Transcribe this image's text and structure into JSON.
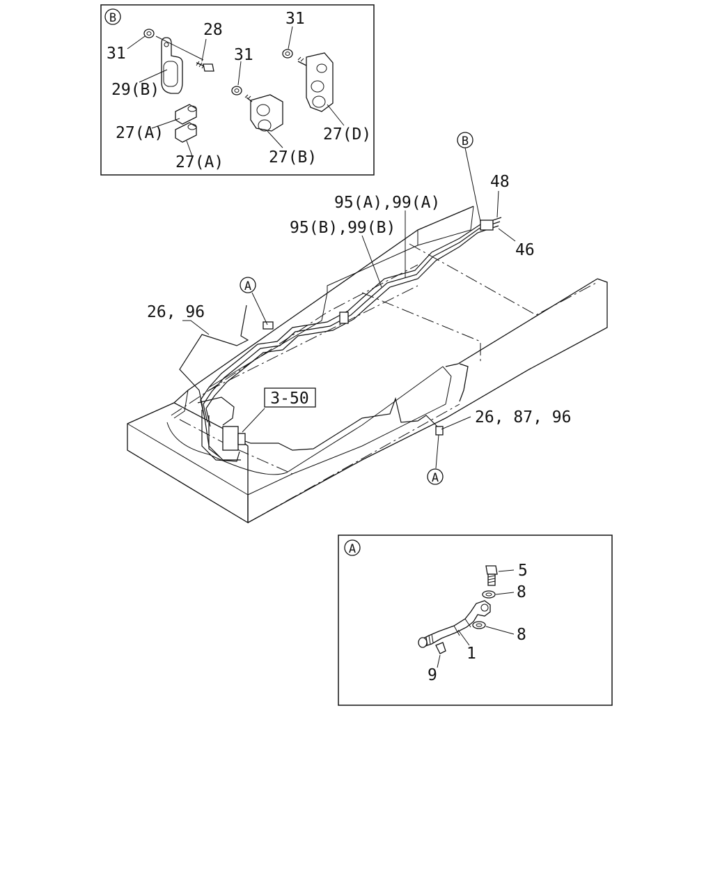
{
  "inset_b": {
    "marker": "B",
    "callouts": [
      "31",
      "28",
      "29(B)",
      "27(A)",
      "27(A)",
      "31",
      "27(B)",
      "31",
      "27(D)"
    ]
  },
  "main": {
    "marker_b": "B",
    "marker_a_top": "A",
    "marker_a_bottom": "A",
    "callouts": {
      "c48": "48",
      "c46": "46",
      "c95a": "95(A),99(A)",
      "c95b": "95(B),99(B)",
      "c2696": "26, 96",
      "c350": "3-50",
      "c268796": "26, 87, 96"
    }
  },
  "inset_a": {
    "marker": "A",
    "callouts": [
      "5",
      "8",
      "8",
      "1",
      "9"
    ]
  }
}
